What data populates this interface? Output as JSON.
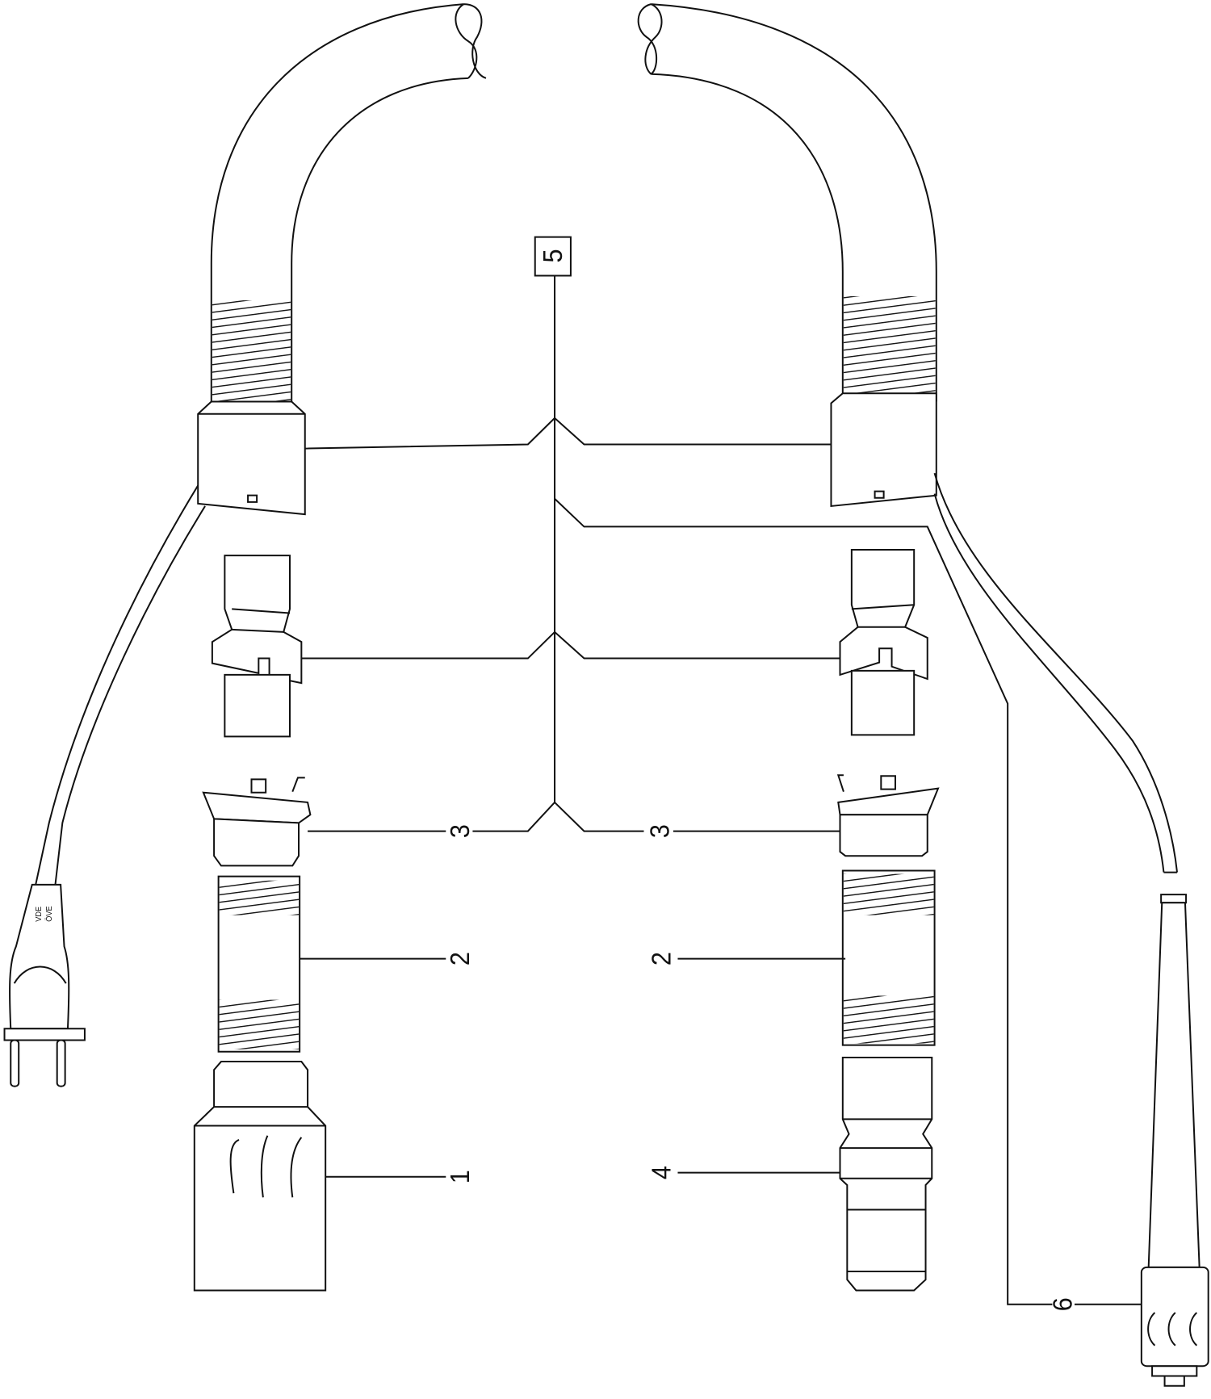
{
  "diagram": {
    "type": "exploded parts diagram",
    "callouts": {
      "part_1": "1",
      "part_2_left": "2",
      "part_2_right": "2",
      "part_3_left": "3",
      "part_3_right": "3",
      "part_4": "4",
      "part_5": "5",
      "part_6": "6"
    },
    "plug_marking": [
      "VDE",
      "ÖVE"
    ],
    "line_color": "#111111",
    "background": "#ffffff"
  }
}
